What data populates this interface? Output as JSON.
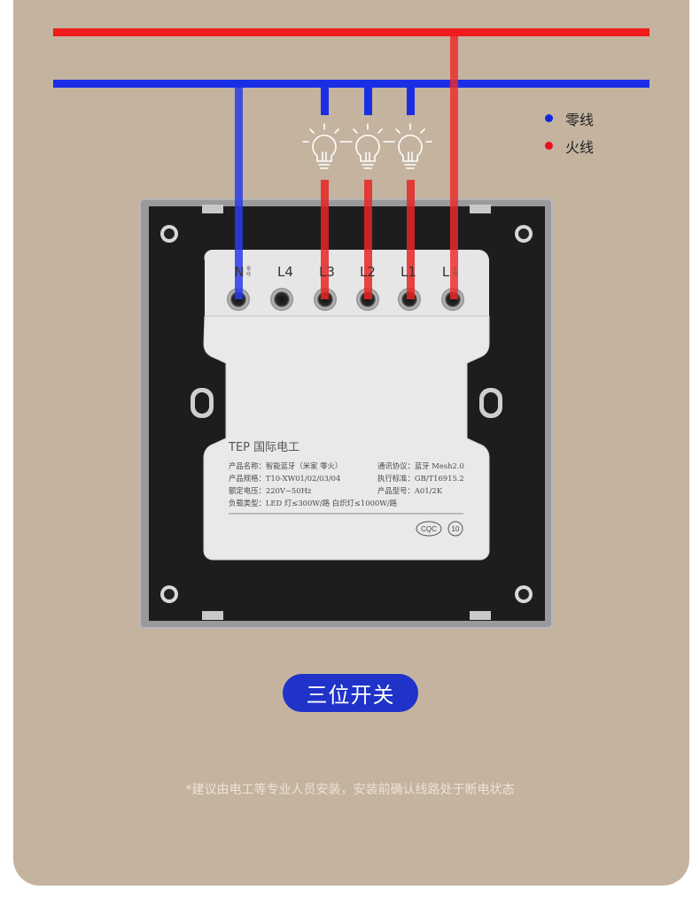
{
  "legend": {
    "neutral": {
      "label": "零线",
      "color": "#1227e0"
    },
    "live": {
      "label": "火线",
      "color": "#e8121e"
    }
  },
  "terminals": [
    {
      "label": "N",
      "sub": "零线"
    },
    {
      "label": "L4",
      "sub": ""
    },
    {
      "label": "L3",
      "sub": ""
    },
    {
      "label": "L2",
      "sub": ""
    },
    {
      "label": "L1",
      "sub": ""
    },
    {
      "label": "L",
      "sub": "火线"
    }
  ],
  "plate": {
    "brand": "TEP 国际电工",
    "specs": {
      "name": "产品名称：智能蓝牙（米家 零火）",
      "protocol": "通讯协议：蓝牙 Mesh2.0",
      "model_spec": "产品规格：T10-XW01/02/03/04",
      "standard": "执行标准：GB/T16915.2",
      "voltage": "额定电压：220V~50Hz",
      "model_no": "产品型号：A01/2K",
      "load": "负载类型：LED 灯≤300W/路 白炽灯≤1000W/路"
    },
    "cert_mark": "CQC",
    "rating_mark": "10"
  },
  "badge": "三位开关",
  "note": "*建议由电工等专业人员安装，安装前确认线路处于断电状态"
}
